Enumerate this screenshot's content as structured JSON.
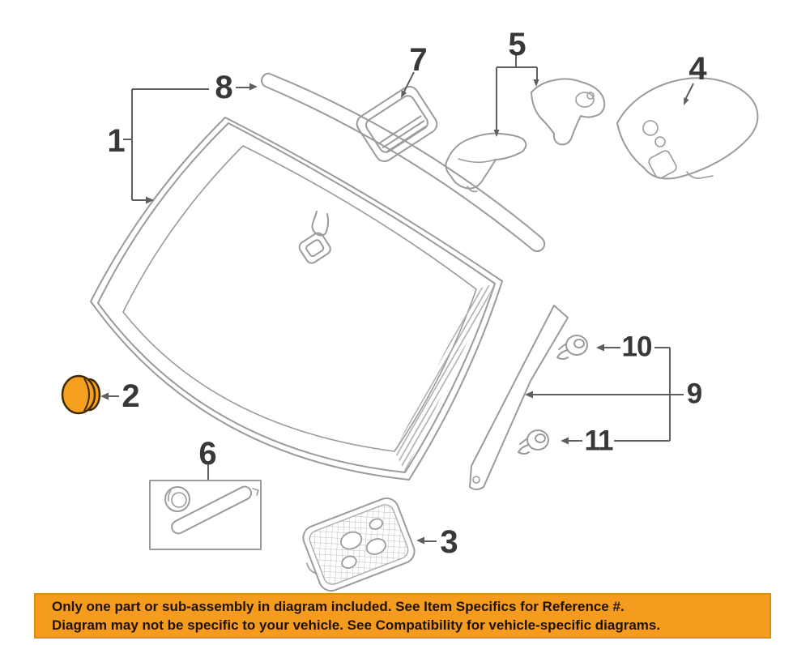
{
  "colors": {
    "highlight_orange": "#F5A01E",
    "grommet_outline": "#3F2A00",
    "banner_bg": "#F59B1E",
    "banner_border": "#DF8D10",
    "banner_text": "#201200",
    "line_gray": "#9B9B9B",
    "leader_gray": "#5F5F5F",
    "label_color": "#383838"
  },
  "callouts": [
    "1",
    "2",
    "3",
    "4",
    "5",
    "6",
    "7",
    "8",
    "9",
    "10",
    "11"
  ],
  "banner": {
    "line1": "Only one part or sub-assembly in diagram included. See Item Specifics for Reference #.",
    "line2": "Diagram may not be specific to your vehicle. See Compatibility for vehicle-specific diagrams."
  }
}
